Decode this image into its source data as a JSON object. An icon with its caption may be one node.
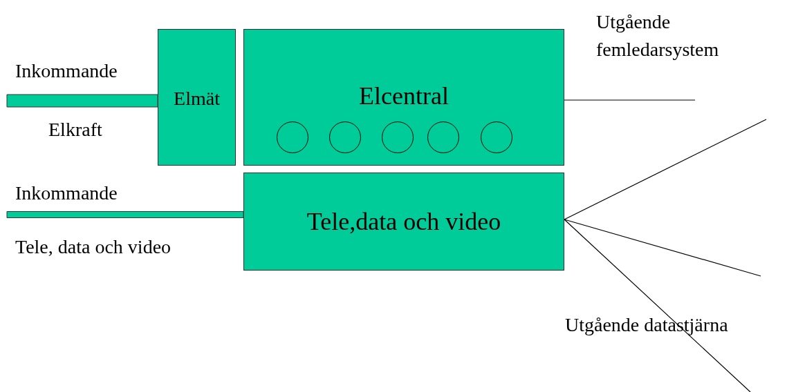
{
  "diagram": {
    "nodes": [
      {
        "text": [
          "Elmät"
        ]
      },
      {
        "text": [
          "Elcentral"
        ]
      },
      {
        "text": [
          "Tele,data och video"
        ]
      },
      {
        "text": [],
        "shape": "circle",
        "in": 1
      },
      {
        "text": [],
        "shape": "circle",
        "in": 1
      },
      {
        "text": [],
        "shape": "circle",
        "in": 1
      },
      {
        "text": [],
        "shape": "circle",
        "in": 1
      },
      {
        "text": [],
        "shape": "circle",
        "in": 1
      }
    ],
    "edges": [
      {
        "from": null,
        "to": 0,
        "arrow": "none",
        "style": "thick",
        "color": "#00cc99"
      },
      {
        "from": null,
        "to": 2,
        "arrow": "none",
        "style": "thick",
        "color": "#00cc99"
      },
      {
        "from": 1,
        "to": null,
        "arrow": "none"
      },
      {
        "from": 2,
        "to": null,
        "arrow": "none"
      },
      {
        "from": 2,
        "to": null,
        "arrow": "none"
      },
      {
        "from": 2,
        "to": null,
        "arrow": "none"
      }
    ],
    "labels": [
      "Utgående femledarsystem",
      "Inkommande",
      "Elkraft",
      "Inkommande",
      "Tele, data och video",
      "Utgående datastjärna"
    ]
  }
}
